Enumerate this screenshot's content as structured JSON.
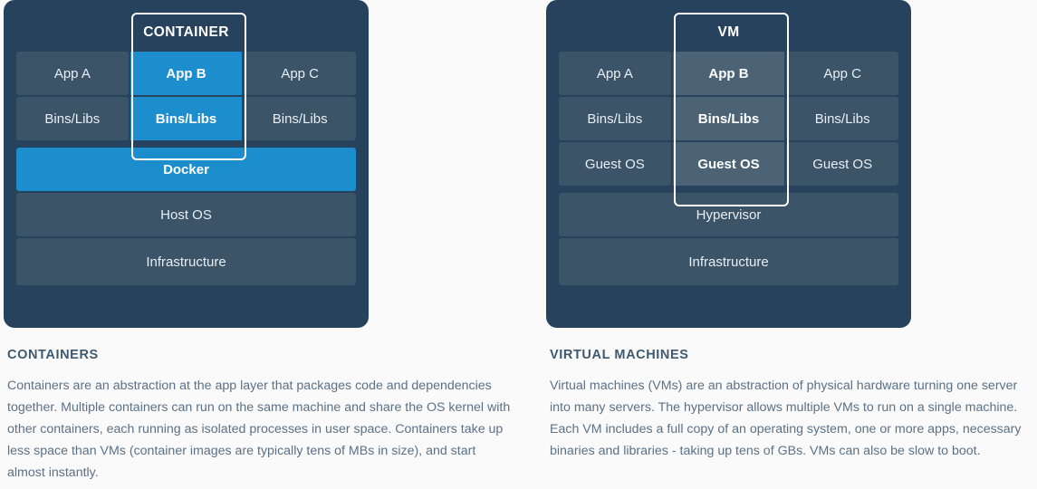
{
  "background_color": "#fafafa",
  "accent_color": "#1d8ecd",
  "card_color": "#26425c",
  "tile_color": "#3c5468",
  "highlight_slate_color": "#4b6374",
  "heading_color": "#3f5a70",
  "body_color": "#5b7186",
  "containers": {
    "diagram": {
      "header_label": "CONTAINER",
      "app_row": [
        "App A",
        "App B",
        "App C"
      ],
      "libs_row": [
        "Bins/Libs",
        "Bins/Libs",
        "Bins/Libs"
      ],
      "bars": [
        "Docker",
        "Host OS",
        "Infrastructure"
      ],
      "highlight_column_index": 1
    },
    "title": "CONTAINERS",
    "body": "Containers are an abstraction at the app layer that packages code and dependencies together. Multiple containers can run on the same machine and share the OS kernel with other containers, each running as isolated processes in user space. Containers take up less space than VMs (container images are typically tens of MBs in size), and start almost instantly."
  },
  "virtual_machines": {
    "diagram": {
      "header_label": "VM",
      "app_row": [
        "App A",
        "App B",
        "App C"
      ],
      "libs_row": [
        "Bins/Libs",
        "Bins/Libs",
        "Bins/Libs"
      ],
      "guest_row": [
        "Guest OS",
        "Guest OS",
        "Guest OS"
      ],
      "bars": [
        "Hypervisor",
        "Infrastructure"
      ],
      "highlight_column_index": 1
    },
    "title": "VIRTUAL MACHINES",
    "body": "Virtual machines (VMs) are an abstraction of physical hardware turning one server into many servers. The hypervisor allows multiple VMs to run on a single machine. Each VM includes a full copy of an operating system, one or more apps, necessary binaries and libraries - taking up tens of GBs. VMs can also be slow to boot."
  }
}
